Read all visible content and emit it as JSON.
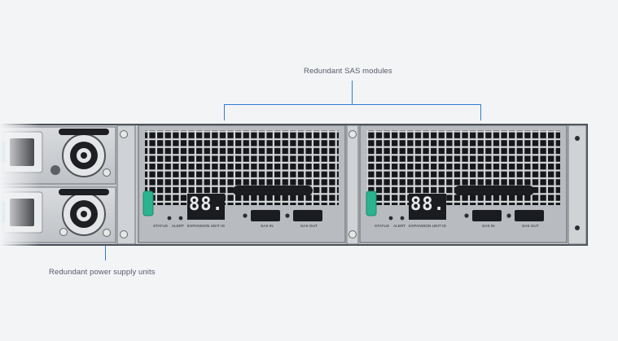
{
  "callouts": {
    "sas_modules": "Redundant  SAS modules",
    "power_supply": "Redundant power supply units"
  },
  "modules": [
    {
      "status_label": "STATUS",
      "alert_label": "ALERT",
      "expansion_id_label": "EXPANSION UNIT ID",
      "display_value": "88.",
      "sas_in_label": "SAS IN",
      "sas_out_label": "SAS OUT"
    },
    {
      "status_label": "STATUS",
      "alert_label": "ALERT",
      "expansion_id_label": "EXPANSION UNIT ID",
      "display_value": "88.",
      "sas_in_label": "SAS IN",
      "sas_out_label": "SAS OUT"
    }
  ],
  "colors": {
    "callout_line": "#2f7dd1",
    "latch": "#2bb38f"
  }
}
